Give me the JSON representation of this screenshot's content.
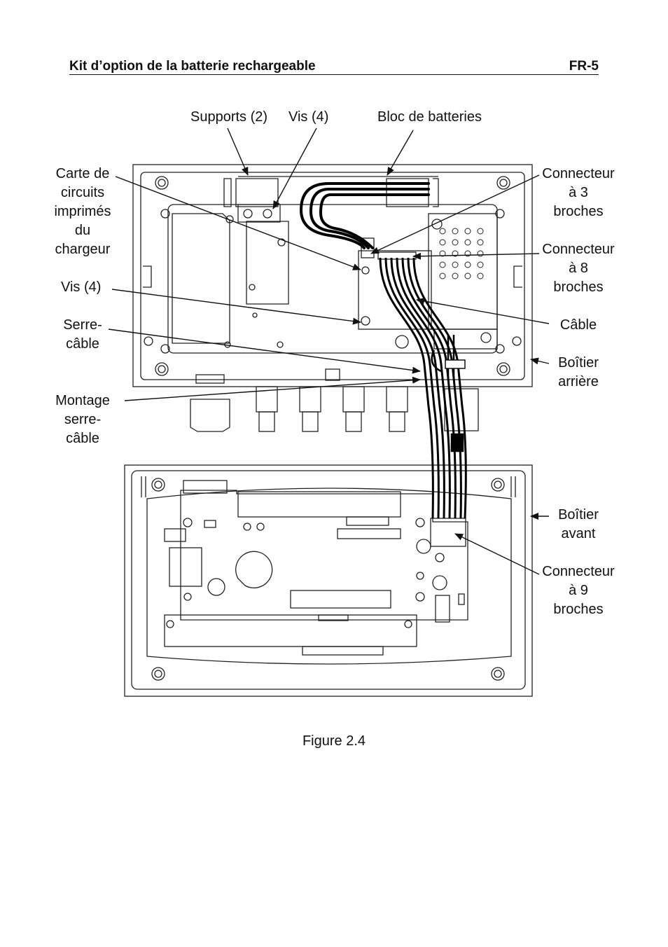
{
  "header": {
    "title": "Kit d’option de la batterie rechargeable",
    "page": "FR-5"
  },
  "labels": {
    "supports": "Supports (2)",
    "vis_top": "Vis (4)",
    "bloc": "Bloc de batteries",
    "carte": [
      "Carte de",
      "circuits",
      "imprimés",
      "du",
      "chargeur"
    ],
    "vis_left": "Vis (4)",
    "serre": [
      "Serre-",
      "câble"
    ],
    "montage": [
      "Montage",
      "serre-",
      "câble"
    ],
    "conn3": [
      "Connecteur",
      "à 3",
      "broches"
    ],
    "conn8": [
      "Connecteur",
      "à 8",
      "broches"
    ],
    "cable": "Câble",
    "boitier_arriere": [
      "Boîtier",
      "arrière"
    ],
    "boitier_avant": [
      "Boîtier",
      "avant"
    ],
    "conn9": [
      "Connecteur",
      "à 9",
      "broches"
    ]
  },
  "caption": "Figure 2.4"
}
